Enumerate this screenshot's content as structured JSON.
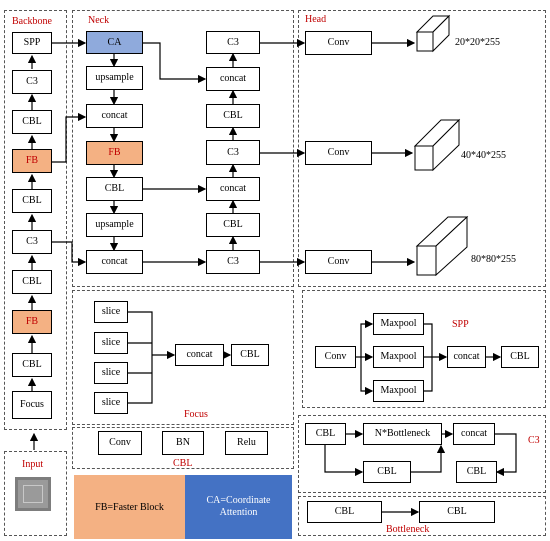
{
  "sections": {
    "backbone": "Backbone",
    "neck": "Neck",
    "head": "Head",
    "input": "Input",
    "focus": "Focus",
    "spp": "SPP",
    "cbl": "CBL",
    "c3": "C3",
    "bottleneck": "Bottleneck"
  },
  "backbone": [
    "SPP",
    "C3",
    "CBL",
    "FB",
    "CBL",
    "C3",
    "CBL",
    "FB",
    "CBL",
    "Focus"
  ],
  "neck": {
    "left": [
      "CA",
      "upsample",
      "concat",
      "FB",
      "CBL",
      "upsample",
      "concat"
    ],
    "right": [
      "C3",
      "concat",
      "CBL",
      "C3",
      "concat",
      "CBL",
      "C3"
    ]
  },
  "head": {
    "conv": [
      "Conv",
      "Conv",
      "Conv"
    ],
    "outputs": [
      "20*20*255",
      "40*40*255",
      "80*80*255"
    ]
  },
  "focus_module": {
    "slices": [
      "slice",
      "slice",
      "slice",
      "slice"
    ],
    "concat": "concat",
    "cbl": "CBL"
  },
  "spp_module": {
    "conv": "Conv",
    "maxpools": [
      "Maxpool",
      "Maxpool",
      "Maxpool"
    ],
    "concat": "concat",
    "cbl": "CBL"
  },
  "cbl_module": [
    "Conv",
    "BN",
    "Relu"
  ],
  "c3_module": {
    "cbl1": "CBL",
    "bottleneck": "N*Bottleneck",
    "concat": "concat",
    "cbl2": "CBL",
    "cbl3": "CBL"
  },
  "bottleneck_module": [
    "CBL",
    "CBL"
  ],
  "legend": {
    "fb": "FB=Faster Block",
    "ca": "CA=Coordinate\nAttention"
  },
  "colors": {
    "fb": "#f4b183",
    "ca_box": "#8faadc",
    "ca_legend": "#4472c4",
    "label_red": "#c00000"
  }
}
